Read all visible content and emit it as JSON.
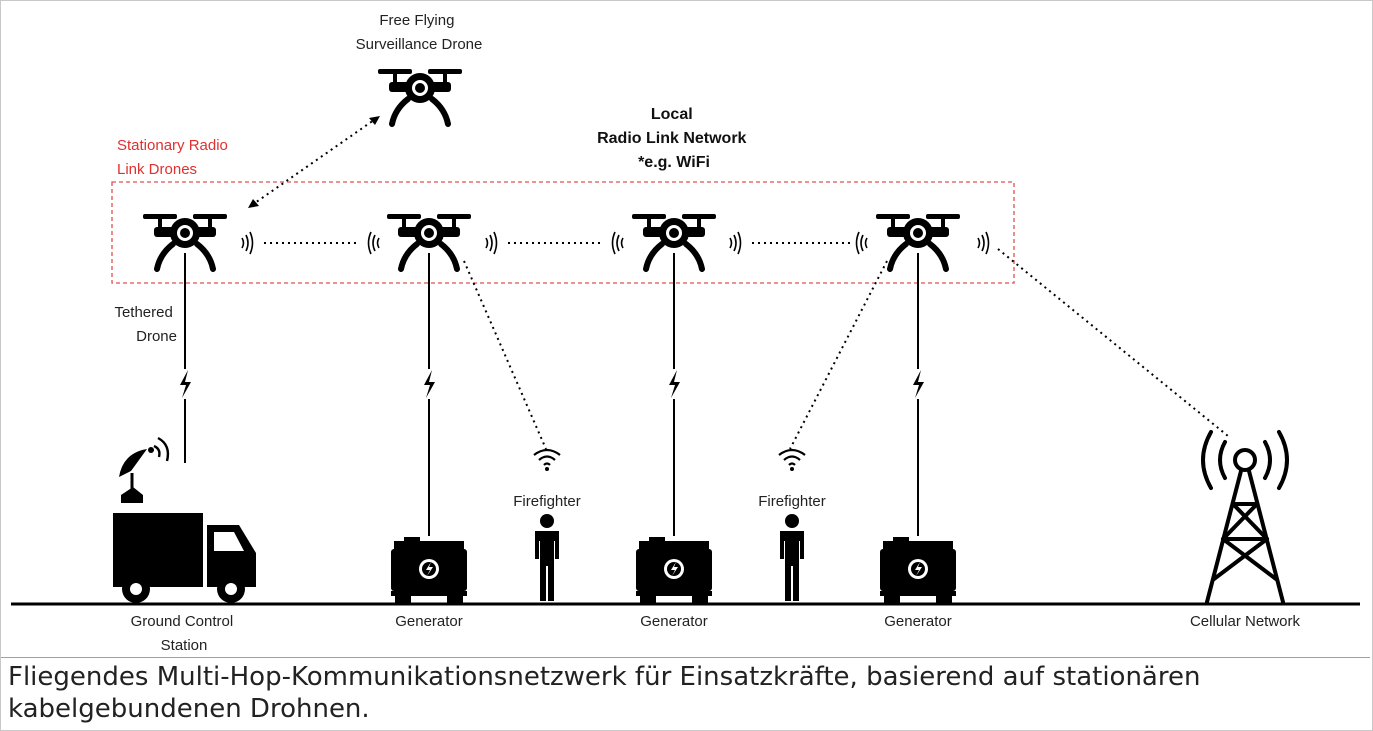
{
  "diagram": {
    "labels": {
      "free_flying": [
        "Free Flying",
        "Surveillance Drone"
      ],
      "stationary": [
        "Stationary Radio",
        "Link Drones"
      ],
      "local_network": [
        "Local",
        "Radio Link Network",
        "*e.g. WiFi"
      ],
      "tethered": [
        "Tethered",
        "Drone"
      ],
      "firefighter_1": "Firefighter",
      "firefighter_2": "Firefighter",
      "ground_control": [
        "Ground Control",
        "Station"
      ],
      "generator_1": "Generator",
      "generator_2": "Generator",
      "generator_3": "Generator",
      "cellular": "Cellular Network"
    },
    "colors": {
      "stationary_label": "#e03030",
      "dashed_box": "#e05050",
      "icon": "#000000"
    }
  },
  "caption": "Fliegendes Multi-Hop-Kommunikationsnetzwerk für Einsatzkräfte, basierend auf stationären kabelgebundenen Drohnen."
}
